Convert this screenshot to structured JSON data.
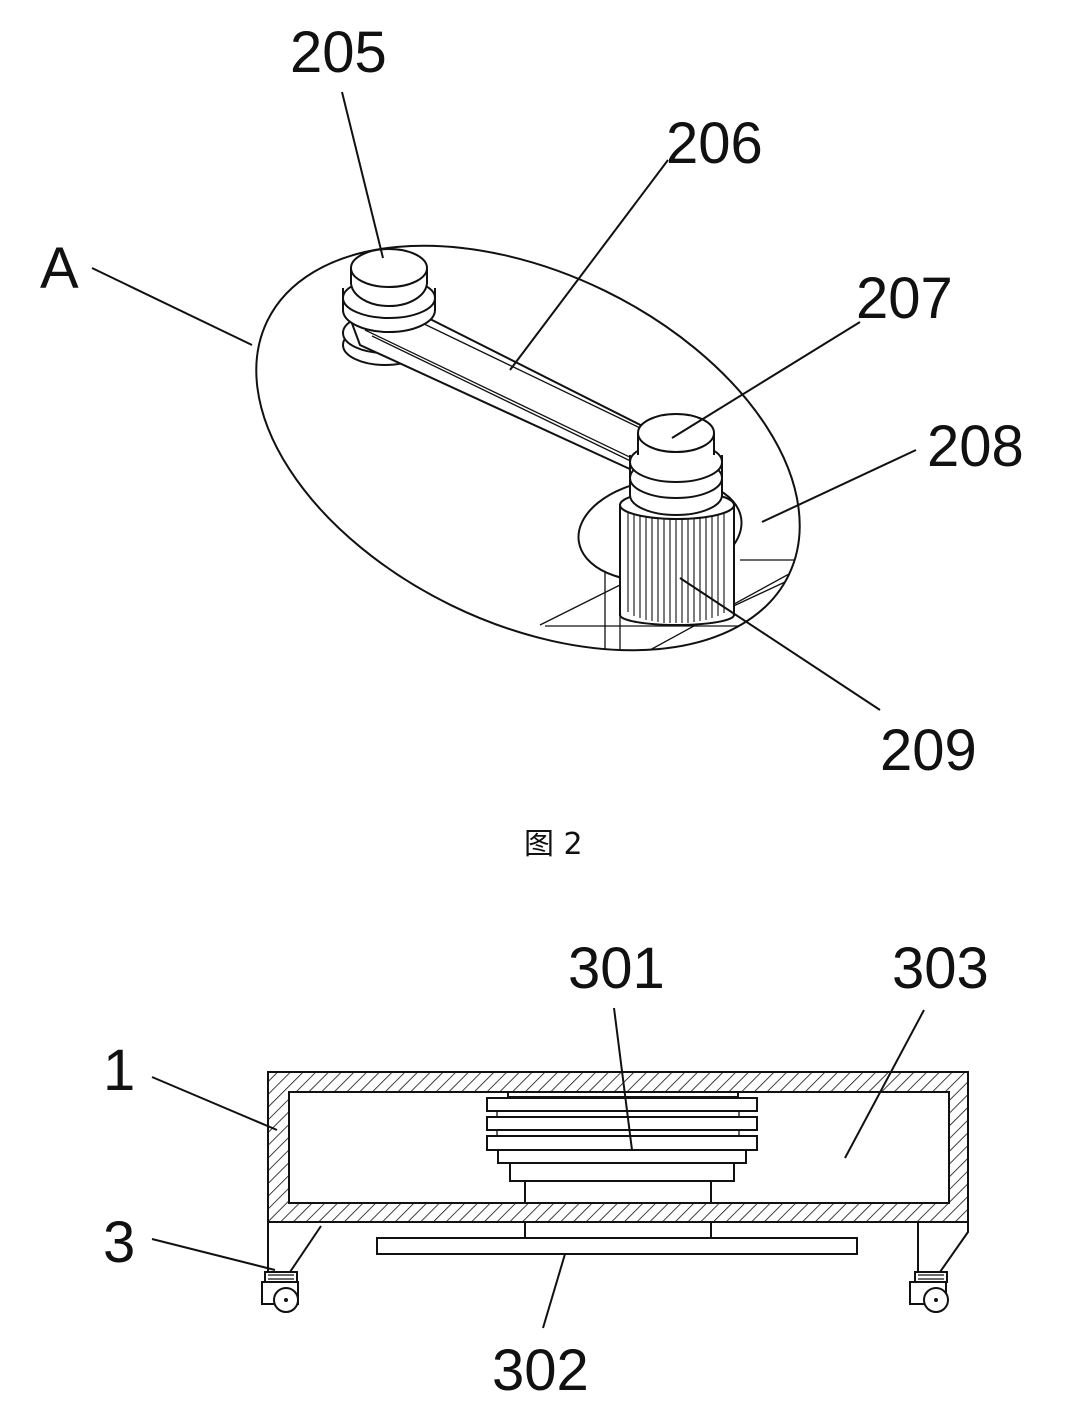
{
  "figure2": {
    "labels": {
      "l205": "205",
      "l206": "206",
      "l207": "207",
      "l208": "208",
      "l209": "209",
      "lA": "A"
    },
    "caption": "图 2"
  },
  "figure3": {
    "labels": {
      "l301": "301",
      "l302": "302",
      "l303": "303",
      "l1": "1",
      "l3": "3"
    }
  }
}
